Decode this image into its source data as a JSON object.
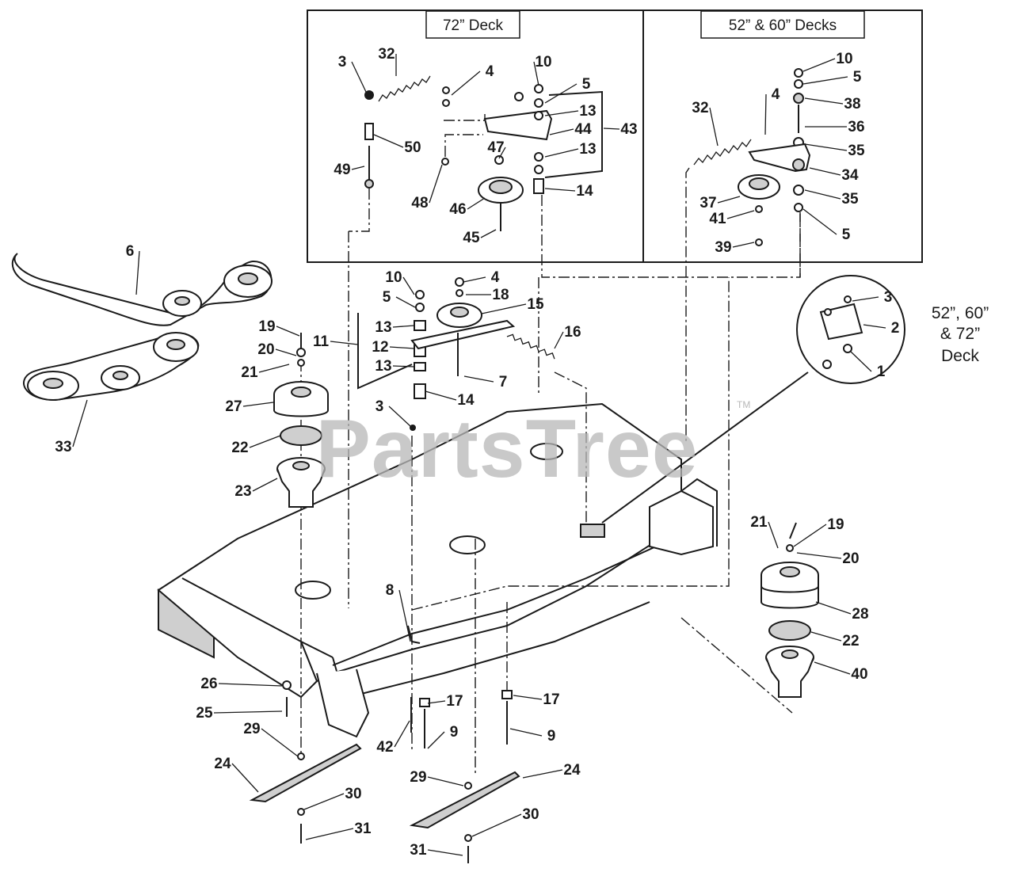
{
  "insets": {
    "deck72": {
      "title": "72” Deck"
    },
    "deck52_60": {
      "title": "52” & 60” Decks"
    }
  },
  "callout": {
    "line1": "52”, 60”",
    "line2": "& 72”",
    "line3": "Deck"
  },
  "watermark": {
    "text": "PartsTree",
    "mark": "TM"
  },
  "labels": {
    "i72": [
      "3",
      "32",
      "4",
      "10",
      "5",
      "13",
      "44",
      "43",
      "50",
      "47",
      "13",
      "49",
      "48",
      "46",
      "14",
      "45"
    ],
    "i52": [
      "10",
      "5",
      "38",
      "36",
      "35",
      "34",
      "35",
      "5",
      "32",
      "4",
      "37",
      "41",
      "39"
    ],
    "callout": [
      "3",
      "2",
      "1"
    ],
    "main": [
      "6",
      "33",
      "19",
      "20",
      "21",
      "27",
      "22",
      "23",
      "10",
      "4",
      "5",
      "18",
      "15",
      "13",
      "11",
      "12",
      "13",
      "14",
      "7",
      "16",
      "3",
      "8",
      "26",
      "25",
      "29",
      "24",
      "30",
      "31",
      "42",
      "17",
      "9",
      "17",
      "9",
      "29",
      "24",
      "30",
      "31",
      "21",
      "19",
      "20",
      "28",
      "22",
      "40"
    ]
  }
}
